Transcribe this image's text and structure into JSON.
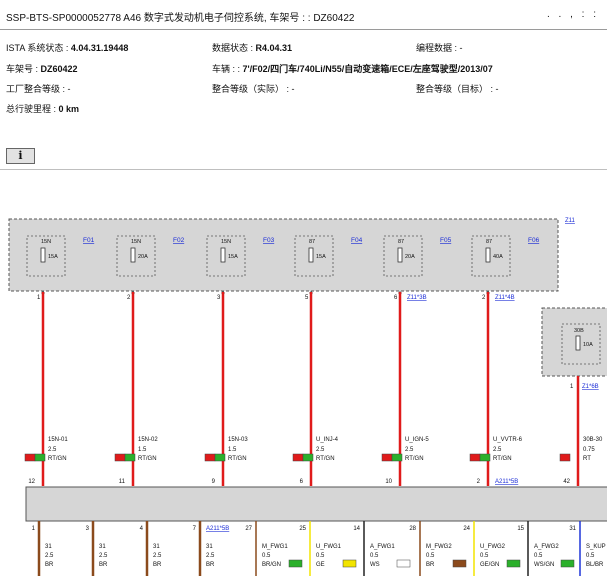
{
  "header": {
    "title": "SSP-BTS-SP0000052778 A46 数字式发动机电子伺控系统, 车架号 : : DZ60422",
    "dots": ". . , : :"
  },
  "info": {
    "ista_label": "ISTA 系统状态 :",
    "ista_value": "4.04.31.19448",
    "data_label": "数据状态 :",
    "data_value": "R4.04.31",
    "prog_label": "编程数据 : -",
    "vin_label": "车架号 :",
    "vin_value": "DZ60422",
    "vehicle_label": "车辆 : :",
    "vehicle_value": "7'/F02/四门车/740Li/N55/自动变速箱/ECE/左座驾驶型/2013/07",
    "factory_label": "工厂整合等级 : -",
    "actual_label": "整合等级（实际） : -",
    "target_label": "整合等级（目标） : -",
    "mileage_label": "总行驶里程 :",
    "mileage_value": "0 km"
  },
  "info_button": "i",
  "diagram": {
    "fuse_block_link": "Z11",
    "fuses": [
      {
        "label": "15N",
        "rating": "15A",
        "link": "F01",
        "pin": "1",
        "conn": ""
      },
      {
        "label": "15N",
        "rating": "20A",
        "link": "F02",
        "pin": "2",
        "conn": ""
      },
      {
        "label": "15N",
        "rating": "15A",
        "link": "F03",
        "pin": "3",
        "conn": ""
      },
      {
        "label": "87",
        "rating": "15A",
        "link": "F04",
        "pin": "5",
        "conn": ""
      },
      {
        "label": "87",
        "rating": "20A",
        "link": "F05",
        "pin": "6",
        "conn": "Z11*3B"
      },
      {
        "label": "87",
        "rating": "40A",
        "link": "F06",
        "pin": "2",
        "conn": "Z11*4B"
      }
    ],
    "right_fuse": {
      "label": "30B",
      "rating": "10A",
      "pin": "1",
      "conn": "Z1*6B"
    },
    "wires": [
      {
        "signal": "15N-01",
        "size": "2.5",
        "color": "RT/GN",
        "pin": "12",
        "conn": ""
      },
      {
        "signal": "15N-02",
        "size": "1.5",
        "color": "RT/GN",
        "pin": "11",
        "conn": ""
      },
      {
        "signal": "15N-03",
        "size": "1.5",
        "color": "RT/GN",
        "pin": "9",
        "conn": ""
      },
      {
        "signal": "U_INJ-4",
        "size": "2.5",
        "color": "RT/GN",
        "pin": "6",
        "conn": ""
      },
      {
        "signal": "U_IGN-5",
        "size": "2.5",
        "color": "RT/GN",
        "pin": "10",
        "conn": ""
      },
      {
        "signal": "U_VVTR-6",
        "size": "2.5",
        "color": "RT/GN",
        "pin": "2",
        "conn": "A211*5B"
      },
      {
        "signal": "30B-30",
        "size": "0.75",
        "color": "RT",
        "pin": "42",
        "conn": ""
      }
    ],
    "bottom_wires": [
      {
        "pin": "1",
        "signal": "31",
        "size": "2.5",
        "color": "BR",
        "conn": ""
      },
      {
        "pin": "3",
        "signal": "31",
        "size": "2.5",
        "color": "BR",
        "conn": ""
      },
      {
        "pin": "4",
        "signal": "31",
        "size": "2.5",
        "color": "BR",
        "conn": ""
      },
      {
        "pin": "7",
        "signal": "31",
        "size": "2.5",
        "color": "BR",
        "conn": "A211*5B"
      },
      {
        "pin": "27",
        "signal": "M_FWG1",
        "size": "0.5",
        "color": "BR/GN",
        "conn": ""
      },
      {
        "pin": "25",
        "signal": "U_FWG1",
        "size": "0.5",
        "color": "GE",
        "conn": ""
      },
      {
        "pin": "14",
        "signal": "A_FWG1",
        "size": "0.5",
        "color": "WS",
        "conn": ""
      },
      {
        "pin": "28",
        "signal": "M_FWG2",
        "size": "0.5",
        "color": "BR",
        "conn": ""
      },
      {
        "pin": "24",
        "signal": "U_FWG2",
        "size": "0.5",
        "color": "GE/GN",
        "conn": ""
      },
      {
        "pin": "15",
        "signal": "A_FWG2",
        "size": "0.5",
        "color": "WS/GN",
        "conn": ""
      },
      {
        "pin": "31",
        "signal": "S_KUP",
        "size": "0.5",
        "color": "BL/BR",
        "conn": ""
      }
    ]
  },
  "colors": {
    "red": "#e01b1b",
    "brown": "#8b4a1c",
    "green": "#2bb02b",
    "yellow": "#f2e400",
    "white": "#ffffff",
    "blue": "#1f35d8",
    "box_gray": "#d6d6d6",
    "link_blue": "#1a2bd6"
  }
}
